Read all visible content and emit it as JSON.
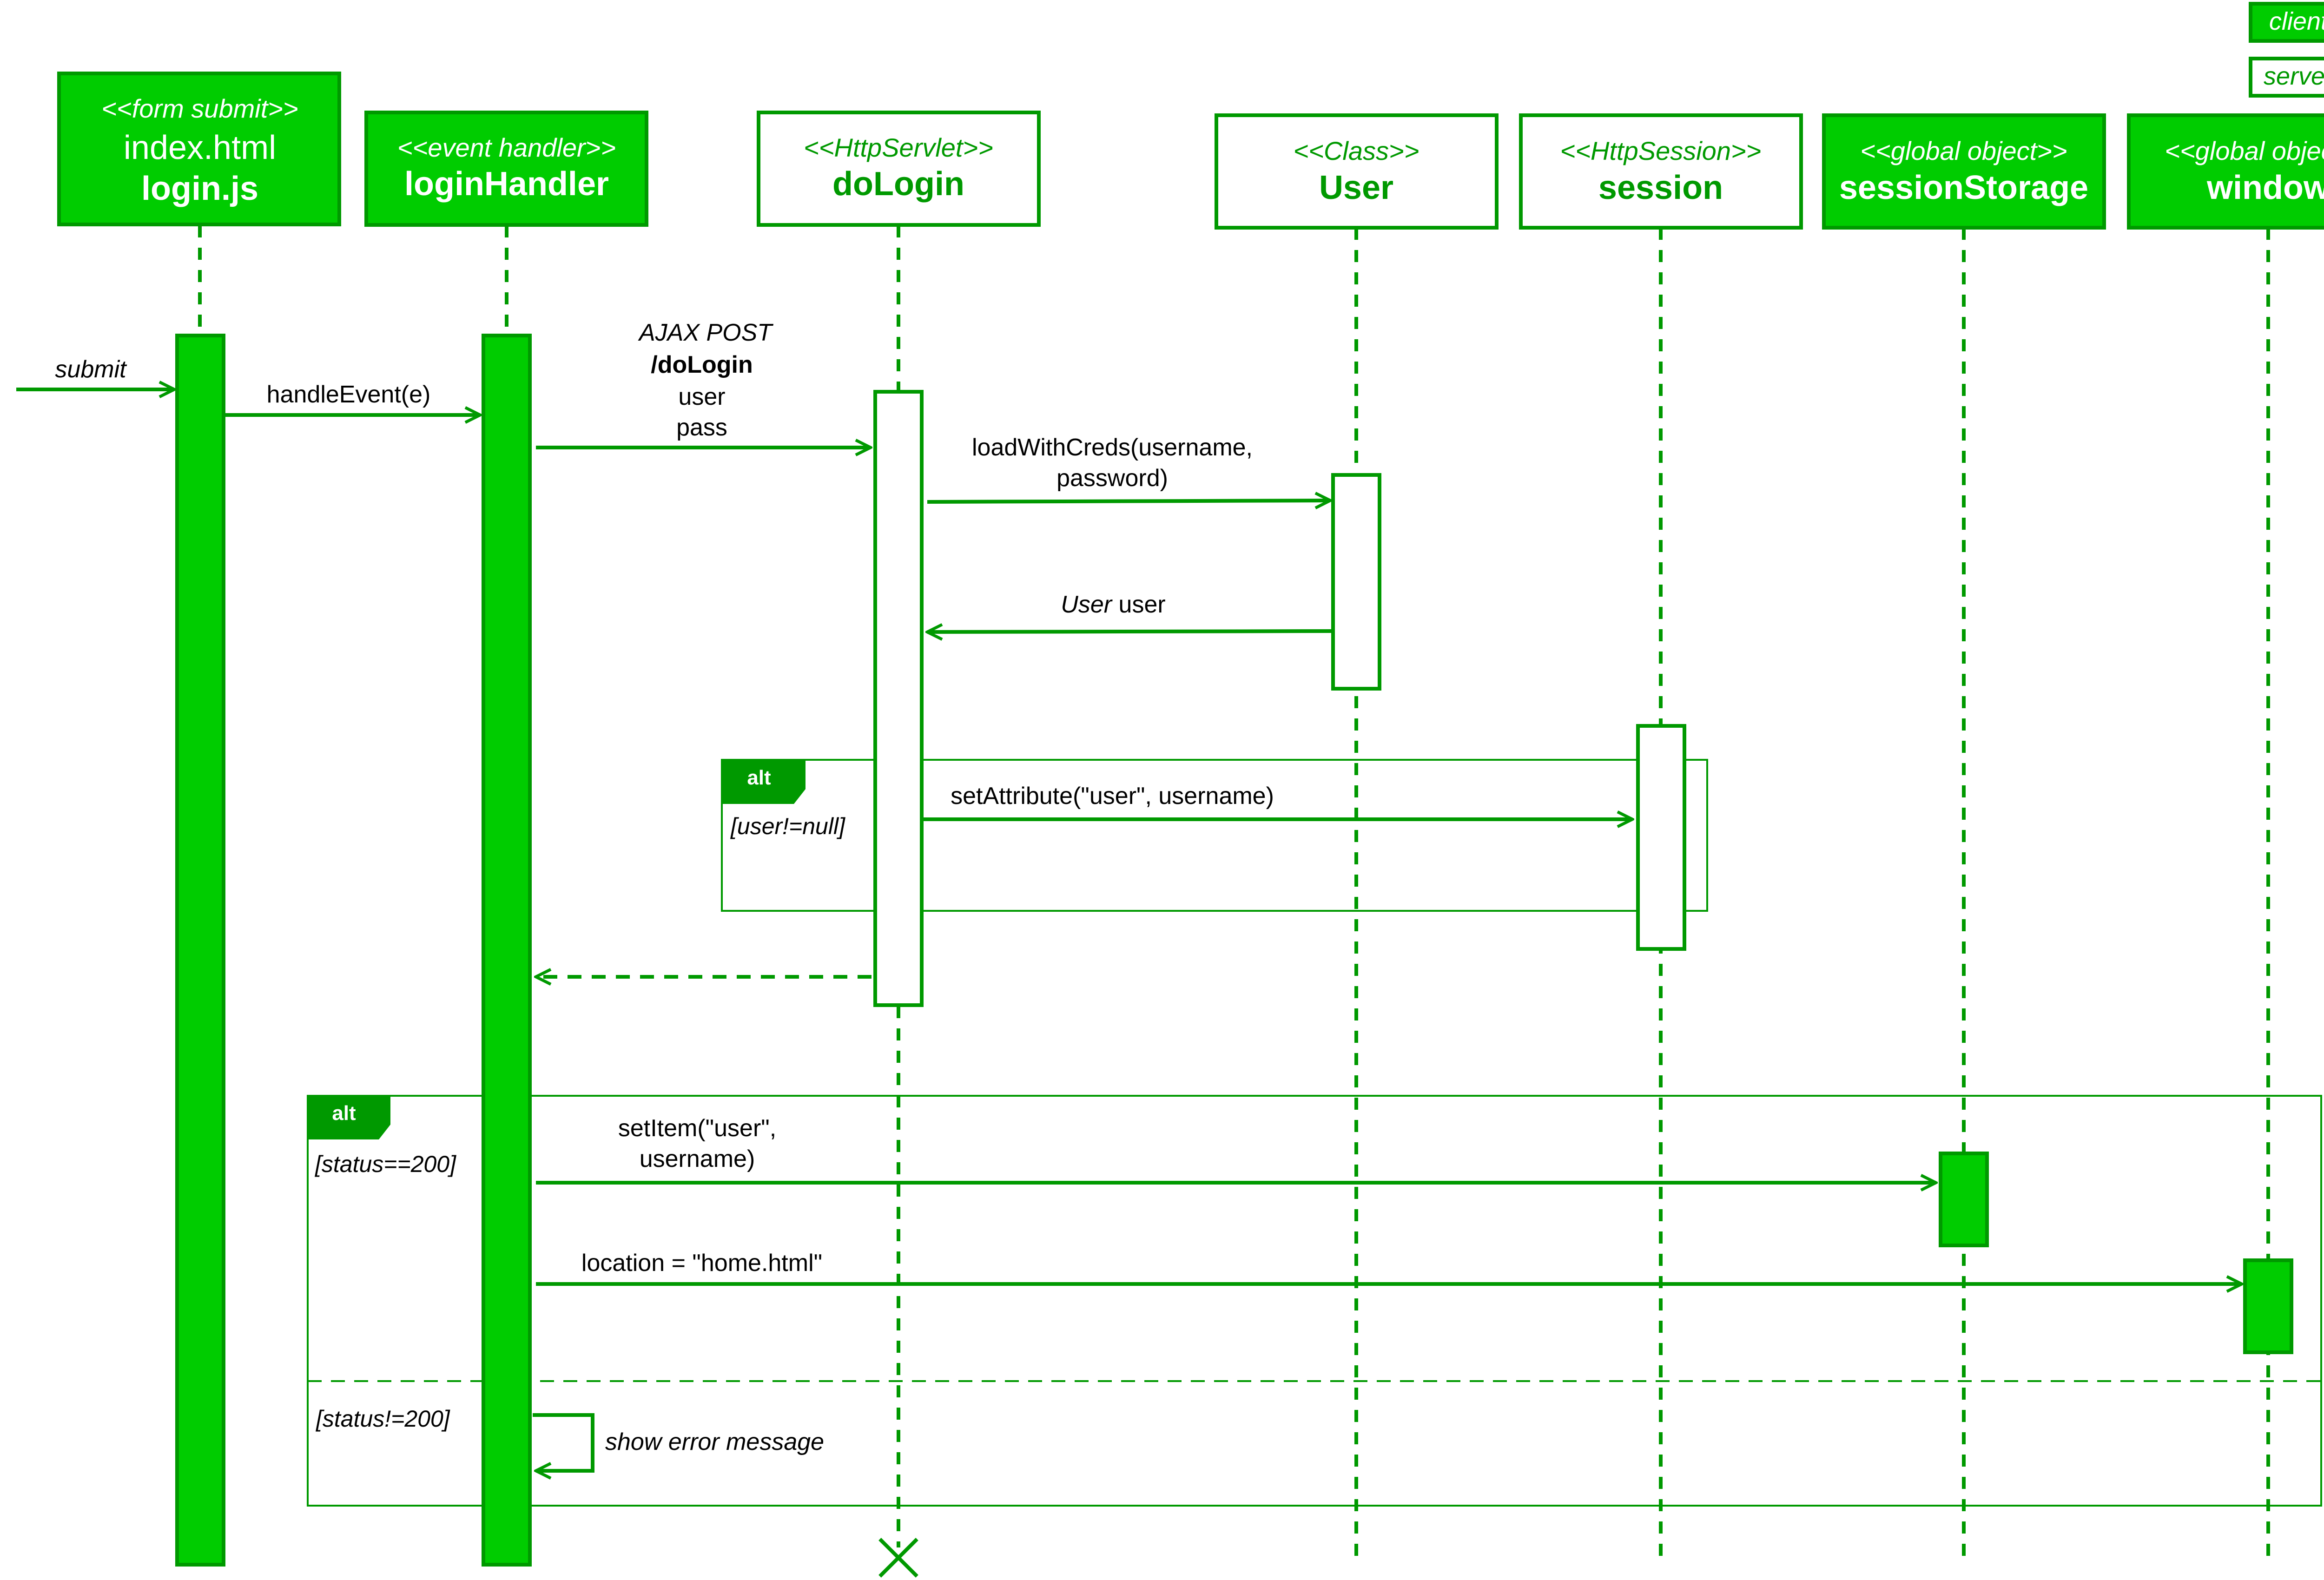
{
  "colors": {
    "client_fill": "#00CC00",
    "stroke": "#009900",
    "client_text": "#ffffff",
    "server_fill": "#ffffff",
    "server_text": "#009900",
    "alt_tag_fill": "#009900"
  },
  "legend": {
    "client": "client side",
    "server": "server side"
  },
  "lifelines": [
    {
      "stereotype": "<<form submit>>",
      "name_line1": "index.html",
      "name_line2": "login.js",
      "side": "client"
    },
    {
      "stereotype": "<<event handler>>",
      "name": "loginHandler",
      "side": "client"
    },
    {
      "stereotype": "<<HttpServlet>>",
      "name": "doLogin",
      "side": "server"
    },
    {
      "stereotype": "<<Class>>",
      "name": "User",
      "side": "server"
    },
    {
      "stereotype": "<<HttpSession>>",
      "name": "session",
      "side": "server"
    },
    {
      "stereotype": "<<global object>>",
      "name": "sessionStorage",
      "side": "client"
    },
    {
      "stereotype": "<<global object>>",
      "name": "window",
      "side": "client"
    }
  ],
  "messages": {
    "submit": "submit",
    "handle_event": "handleEvent(e)",
    "ajax_line1": "AJAX POST",
    "ajax_line2": "/doLogin",
    "ajax_line3": "user",
    "ajax_line4": "pass",
    "load_line1": "loadWithCreds(username,",
    "load_line2": "password)",
    "return_type": "User",
    "return_name": " user",
    "set_attribute": "setAttribute(\"user\", username)",
    "set_item_line1": "setItem(\"user\",",
    "set_item_line2": "username)",
    "location": "location = \"home.html\"",
    "show_error": "show error message"
  },
  "fragments": {
    "alt1": {
      "tag": "alt",
      "guard": "[user!=null]"
    },
    "alt2": {
      "tag": "alt",
      "guard1": "[status==200]",
      "guard2": "[status!=200]"
    }
  }
}
